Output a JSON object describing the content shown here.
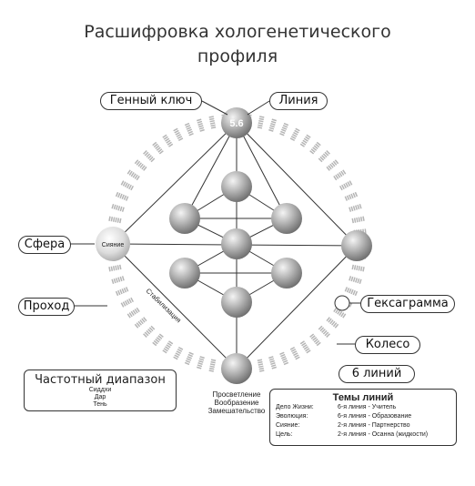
{
  "title": {
    "line1": "Расшифровка хологенетического",
    "line2": "профиля"
  },
  "callouts": {
    "gene_key": "Генный ключ",
    "line": "Линия",
    "sphere": "Сфера",
    "passage": "Проход",
    "hexagram": "Гексаграмма",
    "wheel": "Колесо",
    "six_lines": "6 линий"
  },
  "diagram": {
    "top_sphere_label": "5.6",
    "sphere_name": "Сияние",
    "path_label": "Стабилизация",
    "bottom_lines": [
      "Просветление",
      "Вообразение",
      "Замешательство"
    ]
  },
  "frequency": {
    "title": "Частотный диапазон",
    "lines": [
      "Сиддхи",
      "Дар",
      "Тень"
    ]
  },
  "themes": {
    "title": "Темы линий",
    "rows": [
      {
        "key": "Дело Жизни:",
        "value": "6-я линия - Учитель"
      },
      {
        "key": "Эволюция:",
        "value": "6-я линия - Образование"
      },
      {
        "key": "Сияние:",
        "value": "2-я линия - Партнерство"
      },
      {
        "key": "Цель:",
        "value": "2-я линия - Осанна (жидкости)"
      }
    ]
  },
  "colors": {
    "sphere_fill": "#9e9e9e",
    "ring_marks": "#b5b5b5",
    "lines": "#333333"
  }
}
